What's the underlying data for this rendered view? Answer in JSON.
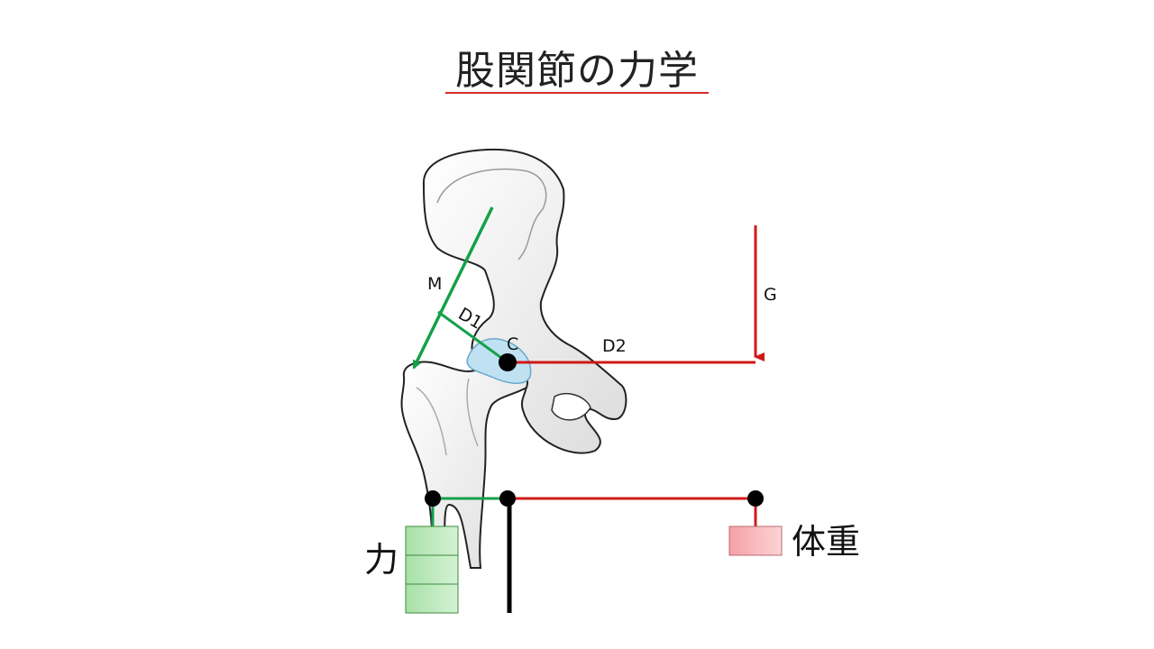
{
  "title": "股関節の力学",
  "labels": {
    "muscle": "M",
    "d1": "D1",
    "center": "C",
    "d2": "D2",
    "gravity": "G",
    "force": "力",
    "body_weight": "体重"
  },
  "colors": {
    "title_rule": "#d62a2a",
    "green": "#14a04a",
    "red": "#d01818",
    "bone_fill": "#f2f2f2",
    "bone_stroke": "#222222",
    "cartilage": "#bfe1f2",
    "force_block": "#b8e6b8",
    "weight_block": "#f8b4b8",
    "pivot": "#000000"
  }
}
